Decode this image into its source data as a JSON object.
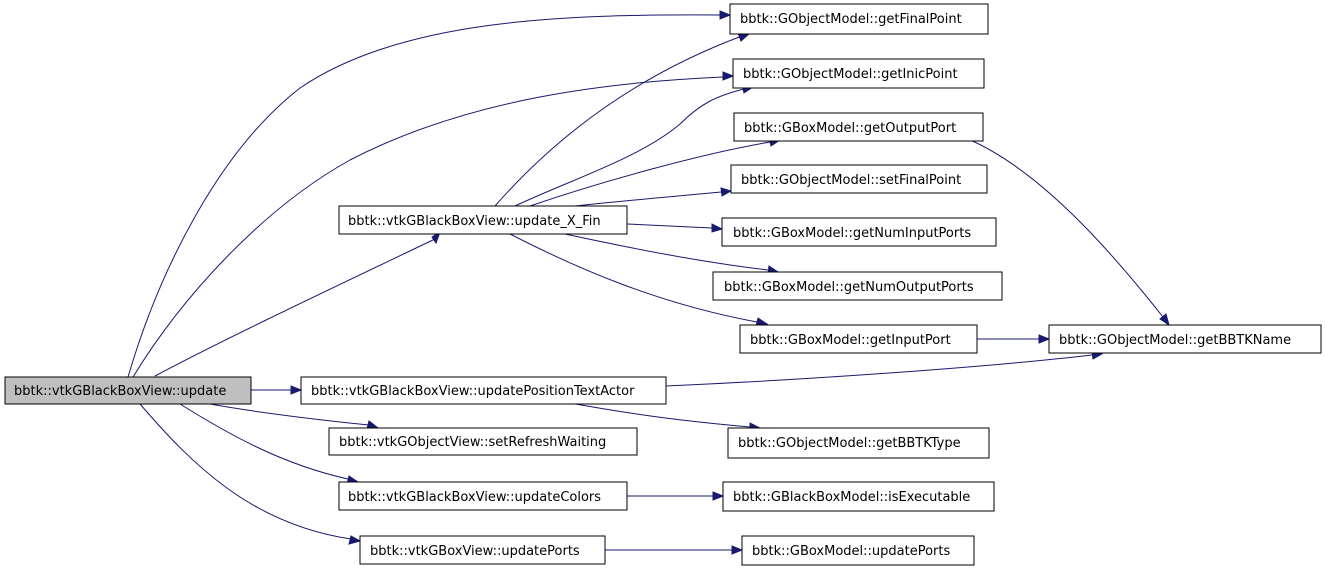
{
  "nodes": {
    "update": "bbtk::vtkGBlackBoxView::update",
    "update_x_fin": "bbtk::vtkGBlackBoxView::update_X_Fin",
    "update_position_text_actor": "bbtk::vtkGBlackBoxView::updatePositionTextActor",
    "set_refresh_waiting": "bbtk::vtkGObjectView::setRefreshWaiting",
    "update_colors": "bbtk::vtkGBlackBoxView::updateColors",
    "update_ports_view": "bbtk::vtkGBoxView::updatePorts",
    "get_final_point": "bbtk::GObjectModel::getFinalPoint",
    "get_inic_point": "bbtk::GObjectModel::getInicPoint",
    "get_output_port": "bbtk::GBoxModel::getOutputPort",
    "set_final_point": "bbtk::GObjectModel::setFinalPoint",
    "get_num_input_ports": "bbtk::GBoxModel::getNumInputPorts",
    "get_num_output_ports": "bbtk::GBoxModel::getNumOutputPorts",
    "get_input_port": "bbtk::GBoxModel::getInputPort",
    "get_bbtk_type": "bbtk::GObjectModel::getBBTKType",
    "is_executable": "bbtk::GBlackBoxModel::isExecutable",
    "update_ports_model": "bbtk::GBoxModel::updatePorts",
    "get_bbtk_name": "bbtk::GObjectModel::getBBTKName"
  },
  "edges": [
    {
      "from": "update",
      "to": "update_x_fin"
    },
    {
      "from": "update",
      "to": "update_position_text_actor"
    },
    {
      "from": "update",
      "to": "set_refresh_waiting"
    },
    {
      "from": "update",
      "to": "update_colors"
    },
    {
      "from": "update",
      "to": "update_ports_view"
    },
    {
      "from": "update",
      "to": "get_final_point"
    },
    {
      "from": "update",
      "to": "get_inic_point"
    },
    {
      "from": "update_x_fin",
      "to": "get_final_point"
    },
    {
      "from": "update_x_fin",
      "to": "get_inic_point"
    },
    {
      "from": "update_x_fin",
      "to": "get_output_port"
    },
    {
      "from": "update_x_fin",
      "to": "set_final_point"
    },
    {
      "from": "update_x_fin",
      "to": "get_num_input_ports"
    },
    {
      "from": "update_x_fin",
      "to": "get_num_output_ports"
    },
    {
      "from": "update_x_fin",
      "to": "get_input_port"
    },
    {
      "from": "get_output_port",
      "to": "get_bbtk_name"
    },
    {
      "from": "get_input_port",
      "to": "get_bbtk_name"
    },
    {
      "from": "update_position_text_actor",
      "to": "get_bbtk_name"
    },
    {
      "from": "update_position_text_actor",
      "to": "get_bbtk_type"
    },
    {
      "from": "update_colors",
      "to": "is_executable"
    },
    {
      "from": "update_ports_view",
      "to": "update_ports_model"
    }
  ],
  "colors": {
    "edge": "#191970",
    "node_border": "#000000",
    "root_fill": "#bfbfbf",
    "node_fill": "#ffffff"
  }
}
